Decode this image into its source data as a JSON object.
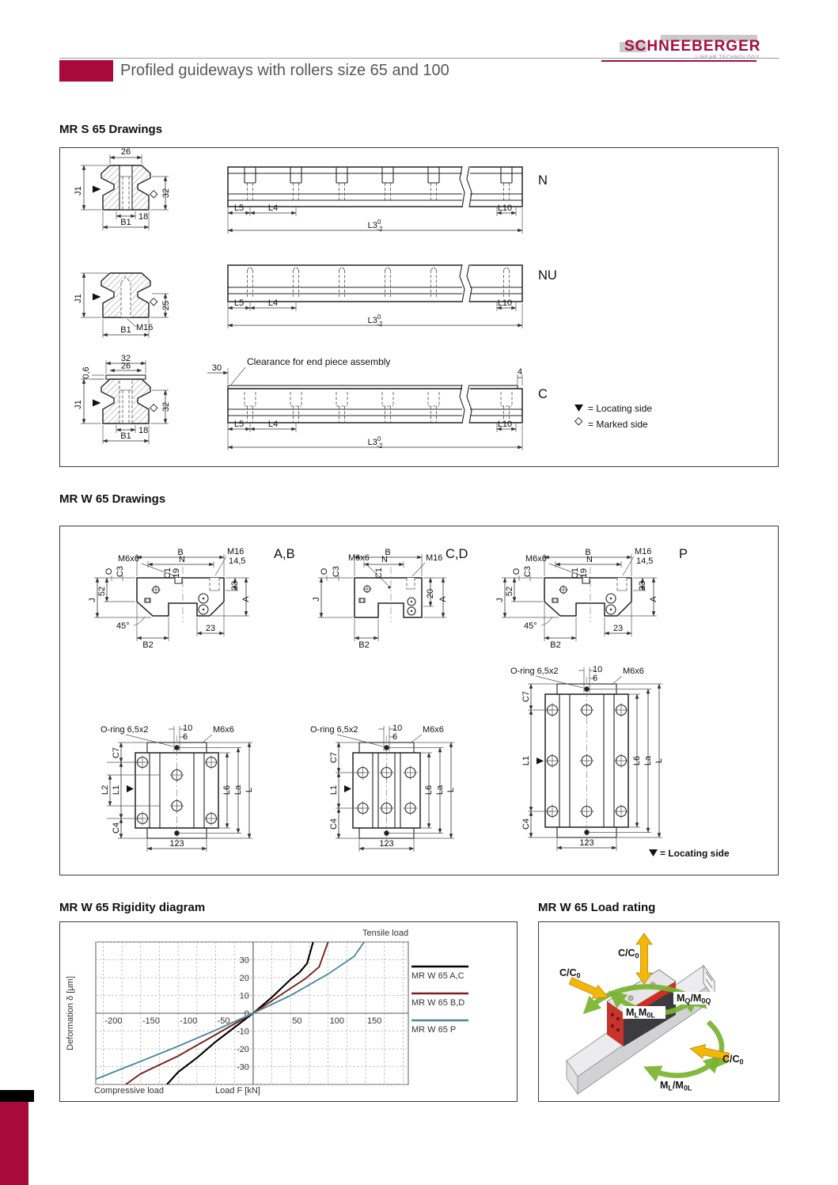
{
  "header": {
    "logo": "SCHNEEBERGER",
    "logo_sub": "LINEAR TECHNOLOGY",
    "title": "Profiled guideways with rollers size 65 and 100"
  },
  "mrs65": {
    "title": "MR S 65 Drawings",
    "type_n": "N",
    "type_nu": "NU",
    "type_c": "C",
    "d26": "26",
    "d32": "32",
    "d18": "18",
    "d25": "25",
    "d06": "0,6",
    "d30": "30",
    "d4": "4",
    "j1": "J1",
    "b1": "B1",
    "m16": "M16",
    "l5": "L5",
    "l4": "L4",
    "l10": "L10",
    "l3": "L3",
    "l3_sup": "0",
    "l3_sub": "-2",
    "note": "Clearance for end piece assembly",
    "legend_locating": "=  Locating side",
    "legend_marked": "=  Marked side"
  },
  "mrw65": {
    "title": "MR W 65 Drawings",
    "type_ab": "A,B",
    "type_cd": "C,D",
    "type_p": "P",
    "b": "B",
    "n": "N",
    "m16": "M16",
    "d145": "14,5",
    "m6x6": "M6x6",
    "c1": "C1",
    "d19": "19",
    "o": "O",
    "c3": "C3",
    "j": "J",
    "d52": "52",
    "d23": "23",
    "a": "A",
    "d45": "45°",
    "b2": "B2",
    "d20": "20",
    "oring": "O-ring",
    "oring_size": "6,5x2",
    "d10": "10",
    "d6": "6",
    "c7": "C7",
    "l1": "L1",
    "l2": "L2",
    "c4": "C4",
    "l6": "L6",
    "la": "La",
    "l": "L",
    "d123": "123",
    "legend_locating": "= Locating side"
  },
  "rigidity": {
    "title": "MR W 65 Rigidity diagram",
    "tensile": "Tensile load",
    "compressive": "Compressive load",
    "xlabel": "Load F [kN]",
    "ylabel": "Deformation δ [µm]",
    "legend": [
      "MR W 65 A,C",
      "MR W 65 B,D",
      "MR W 65 P"
    ]
  },
  "chart_data": {
    "type": "line",
    "title": "MR W 65 Rigidity diagram",
    "xlabel": "Load F [kN]",
    "ylabel": "Deformation δ [µm]",
    "xlim": [
      -210,
      207
    ],
    "ylim": [
      -40,
      40
    ],
    "grid": {
      "x_step": 25,
      "y_step": 10
    },
    "x_ticks": [
      -200,
      -150,
      -100,
      -50,
      50,
      100,
      150
    ],
    "y_ticks": [
      30,
      20,
      10,
      0,
      -10,
      -20,
      -30
    ],
    "annotations": [
      "Tensile load",
      "Compressive load"
    ],
    "legend_position": "right",
    "series": [
      {
        "name": "MR W 65 A,C",
        "color": "#000000",
        "points": [
          [
            -115,
            -40
          ],
          [
            -100,
            -33
          ],
          [
            -75,
            -25
          ],
          [
            -50,
            -16
          ],
          [
            -25,
            -8
          ],
          [
            0,
            0
          ],
          [
            25,
            9
          ],
          [
            50,
            19
          ],
          [
            62,
            23
          ],
          [
            72,
            28
          ],
          [
            80,
            40
          ]
        ]
      },
      {
        "name": "MR W 65 B,D",
        "color": "#7a1f1f",
        "points": [
          [
            -170,
            -40
          ],
          [
            -150,
            -34
          ],
          [
            -100,
            -24
          ],
          [
            -50,
            -12
          ],
          [
            0,
            0
          ],
          [
            50,
            14
          ],
          [
            70,
            19.5
          ],
          [
            88,
            26
          ],
          [
            100,
            40
          ]
        ]
      },
      {
        "name": "MR W 65 P",
        "color": "#4a8ba0",
        "points": [
          [
            -210,
            -37
          ],
          [
            -150,
            -27
          ],
          [
            -100,
            -18.5
          ],
          [
            -50,
            -9.5
          ],
          [
            0,
            0
          ],
          [
            50,
            10
          ],
          [
            100,
            22
          ],
          [
            135,
            32
          ],
          [
            148,
            40
          ]
        ]
      }
    ]
  },
  "load_rating": {
    "title": "MR W 65 Load rating",
    "cc0_parts": [
      "C/C",
      "0"
    ],
    "mq_parts": [
      "M",
      "Q",
      "/M",
      "0Q"
    ],
    "mlml_parts": [
      "M",
      "L",
      "M",
      "0L"
    ],
    "ml_parts": [
      "M",
      "L",
      "/M",
      "0L"
    ]
  }
}
